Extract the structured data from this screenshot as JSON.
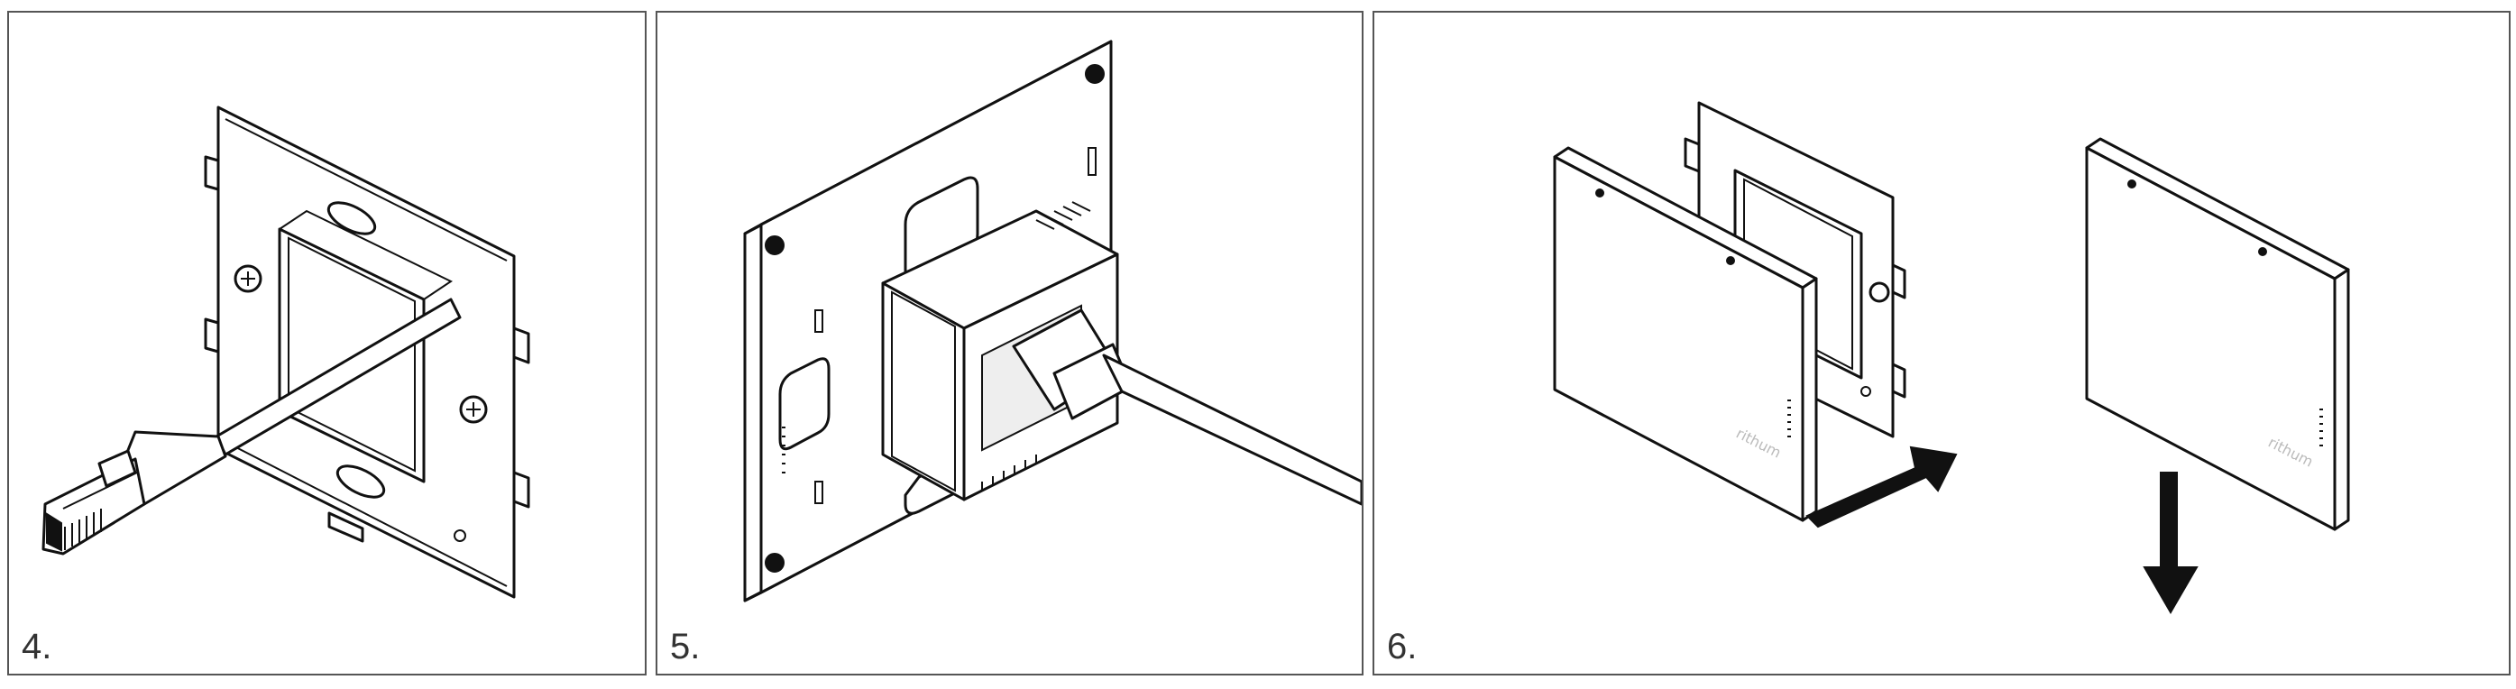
{
  "panels": [
    {
      "label": "4.",
      "depicts": [
        "mounting-plate",
        "network-cable",
        "rj45-plug"
      ]
    },
    {
      "label": "5.",
      "depicts": [
        "device-back",
        "rj45-port",
        "network-cable"
      ]
    },
    {
      "label": "6.",
      "depicts": [
        "device-front",
        "mounting-plate",
        "push-arrow",
        "slide-down-arrow"
      ]
    }
  ],
  "brand_logo": "rithum",
  "colors": {
    "line": "#111111",
    "border": "#555555",
    "label": "#333333",
    "logo": "#bbbbbb"
  }
}
